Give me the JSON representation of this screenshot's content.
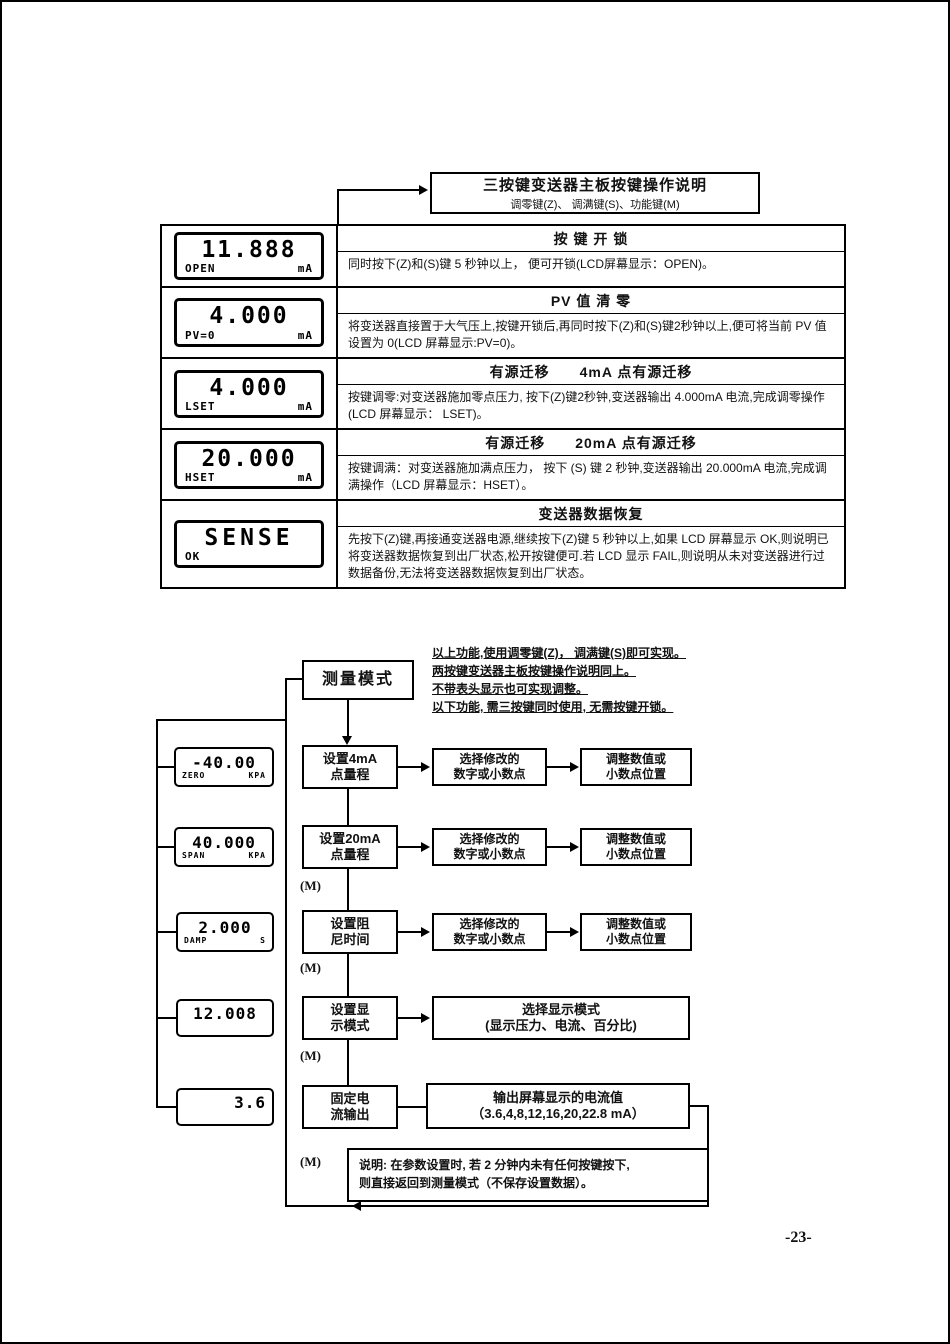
{
  "page_number": "-23-",
  "title_box": {
    "line1": "三按键变送器主板按键操作说明",
    "line2": "调零键(Z)、 调满键(S)、功能键(M)"
  },
  "table": {
    "rows": [
      {
        "lcd": {
          "main": "11.888",
          "sub_left": "OPEN",
          "sub_right": "mA"
        },
        "header": "按 键 开 锁",
        "body": "同时按下(Z)和(S)键 5 秒钟以上， 便可开锁(LCD屏幕显示：OPEN)。"
      },
      {
        "lcd": {
          "main": "4.000",
          "sub_left": "PV=0",
          "sub_right": "mA"
        },
        "header": "PV 值 清 零",
        "body": "将变送器直接置于大气压上,按键开锁后,再同时按下(Z)和(S)键2秒钟以上,便可将当前 PV 值设置为 0(LCD 屏幕显示:PV=0)。"
      },
      {
        "lcd": {
          "main": "4.000",
          "sub_left": "LSET",
          "sub_right": "mA"
        },
        "header": "有源迁移　　4mA 点有源迁移",
        "body": "按键调零:对变送器施加零点压力, 按下(Z)键2秒钟,变送器输出 4.000mA 电流,完成调零操作 (LCD 屏幕显示： LSET)。"
      },
      {
        "lcd": {
          "main": "20.000",
          "sub_left": "HSET",
          "sub_right": "mA"
        },
        "header": "有源迁移　　20mA 点有源迁移",
        "body": "按键调满：对变送器施加满点压力， 按下 (S) 键 2 秒钟,变送器输出 20.000mA 电流,完成调满操作（LCD 屏幕显示：HSET）。"
      },
      {
        "lcd": {
          "main": "SENSE",
          "sub_left": "OK",
          "sub_right": ""
        },
        "header": "变送器数据恢复",
        "body": "先按下(Z)键,再接通变送器电源,继续按下(Z)键 5 秒钟以上,如果 LCD 屏幕显示 OK,则说明已将变送器数据恢复到出厂状态,松开按键便可.若 LCD 显示 FAIL,则说明从未对变送器进行过数据备份,无法将变送器数据恢复到出厂状态。"
      }
    ]
  },
  "flow": {
    "notes": [
      "以上功能,使用调零键(Z)， 调满键(S)即可实现。",
      "两按键变送器主板按键操作说明同上。",
      "不带表头显示也可实现调整。",
      "以下功能, 需三按键同时使用, 无需按键开锁。"
    ],
    "mode_label": "测量模式",
    "m_label": "(M)",
    "rows": [
      {
        "lcd": {
          "main": "-40.00",
          "sub_left": "ZERO",
          "sub_right": "KPA"
        },
        "step": "设置4mA\n点量程",
        "select": "选择修改的\n数字或小数点",
        "adjust": "调整数值或\n小数点位置"
      },
      {
        "lcd": {
          "main": "40.000",
          "sub_left": "SPAN",
          "sub_right": "KPA"
        },
        "step": "设置20mA\n点量程",
        "select": "选择修改的\n数字或小数点",
        "adjust": "调整数值或\n小数点位置"
      },
      {
        "lcd": {
          "main": "2.000",
          "sub_left": "DAMP",
          "sub_right": "S"
        },
        "step": "设置阻\n尼时间",
        "select": "选择修改的\n数字或小数点",
        "adjust": "调整数值或\n小数点位置"
      },
      {
        "lcd": {
          "main": "12.008",
          "sub_left": "",
          "sub_right": ""
        },
        "step": "设置显\n示模式",
        "wide": "选择显示模式\n(显示压力、电流、百分比)"
      },
      {
        "lcd": {
          "main": "3.6",
          "sub_left": "",
          "sub_right": ""
        },
        "step": "固定电\n流输出",
        "wide": "输出屏幕显示的电流值\n（3.6,4,8,12,16,20,22.8 mA）"
      }
    ],
    "note_box": "说明: 在参数设置时, 若 2 分钟内未有任何按键按下,\n则直接返回到测量模式（不保存设置数据）。"
  }
}
